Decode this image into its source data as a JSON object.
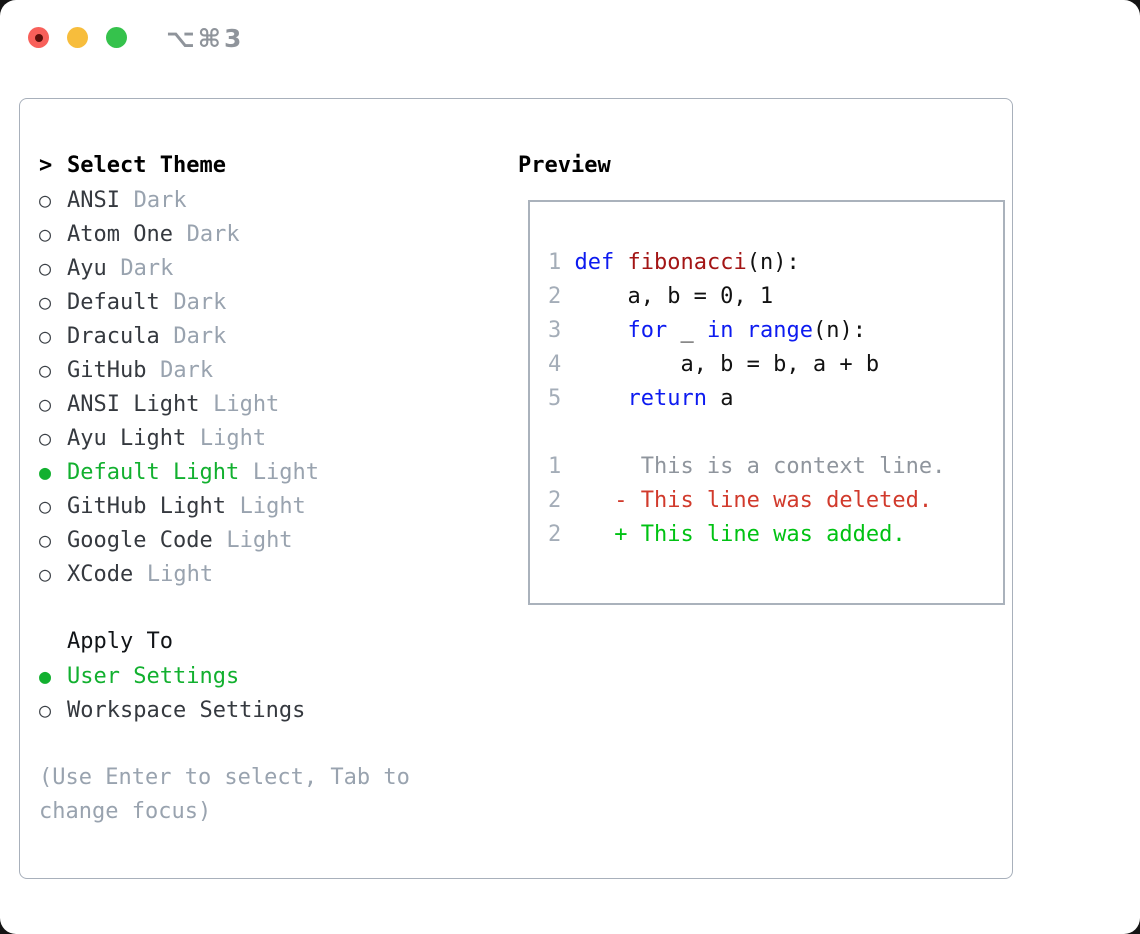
{
  "window": {
    "title": "⌥⌘3"
  },
  "picker": {
    "prompt": ">",
    "header": "Select Theme",
    "themes": [
      {
        "marker": "○",
        "name": "ANSI",
        "variant": "Dark",
        "selected": false
      },
      {
        "marker": "○",
        "name": "Atom One",
        "variant": "Dark",
        "selected": false
      },
      {
        "marker": "○",
        "name": "Ayu",
        "variant": "Dark",
        "selected": false
      },
      {
        "marker": "○",
        "name": "Default",
        "variant": "Dark",
        "selected": false
      },
      {
        "marker": "○",
        "name": "Dracula",
        "variant": "Dark",
        "selected": false
      },
      {
        "marker": "○",
        "name": "GitHub",
        "variant": "Dark",
        "selected": false
      },
      {
        "marker": "○",
        "name": "ANSI Light",
        "variant": "Light",
        "selected": false
      },
      {
        "marker": "○",
        "name": "Ayu Light",
        "variant": "Light",
        "selected": false
      },
      {
        "marker": "●",
        "name": "Default Light",
        "variant": "Light",
        "selected": true
      },
      {
        "marker": "○",
        "name": "GitHub Light",
        "variant": "Light",
        "selected": false
      },
      {
        "marker": "○",
        "name": "Google Code",
        "variant": "Light",
        "selected": false
      },
      {
        "marker": "○",
        "name": "XCode",
        "variant": "Light",
        "selected": false
      }
    ],
    "apply_to": {
      "header": "Apply To",
      "options": [
        {
          "marker": "●",
          "name": "User Settings",
          "selected": true
        },
        {
          "marker": "○",
          "name": "Workspace Settings",
          "selected": false
        }
      ]
    },
    "hint": "(Use Enter to select, Tab to change focus)"
  },
  "preview": {
    "header": "Preview",
    "code_lines": [
      {
        "num": "1",
        "segments": [
          {
            "text": " ",
            "style": "plain"
          },
          {
            "text": "def",
            "style": "keyword"
          },
          {
            "text": " ",
            "style": "plain"
          },
          {
            "text": "fibonacci",
            "style": "function"
          },
          {
            "text": "(n):",
            "style": "plain"
          }
        ]
      },
      {
        "num": "2",
        "segments": [
          {
            "text": "     a, b = 0, 1",
            "style": "plain"
          }
        ]
      },
      {
        "num": "3",
        "segments": [
          {
            "text": "     ",
            "style": "plain"
          },
          {
            "text": "for",
            "style": "keyword"
          },
          {
            "text": " _ ",
            "style": "plain"
          },
          {
            "text": "in",
            "style": "keyword"
          },
          {
            "text": " ",
            "style": "plain"
          },
          {
            "text": "range",
            "style": "keyword"
          },
          {
            "text": "(n):",
            "style": "plain"
          }
        ]
      },
      {
        "num": "4",
        "segments": [
          {
            "text": "         a, b = b, a + b",
            "style": "plain"
          }
        ]
      },
      {
        "num": "5",
        "segments": [
          {
            "text": "     ",
            "style": "plain"
          },
          {
            "text": "return",
            "style": "keyword"
          },
          {
            "text": " a",
            "style": "plain"
          }
        ]
      }
    ],
    "diff_lines": [
      {
        "num": "1",
        "text": "      This is a context line.",
        "kind": "context"
      },
      {
        "num": "2",
        "text": "    - This line was deleted.",
        "kind": "deleted"
      },
      {
        "num": "2",
        "text": "    + This line was added.",
        "kind": "added"
      }
    ]
  },
  "colors": {
    "selected_green": "#12b02f",
    "diff_added_green": "#00c213",
    "diff_deleted_red": "#d13a2c",
    "keyword_blue": "#0d1bf0",
    "function_red": "#a31515",
    "muted_gray": "#99a3af",
    "line_number_gray": "#a4adb8",
    "context_gray": "#8f959d",
    "border_gray": "#a8b0bb",
    "traffic_red": "#f8605a",
    "traffic_yellow": "#f7bd3c",
    "traffic_green": "#35c24c",
    "title_gray": "#8f949b"
  }
}
